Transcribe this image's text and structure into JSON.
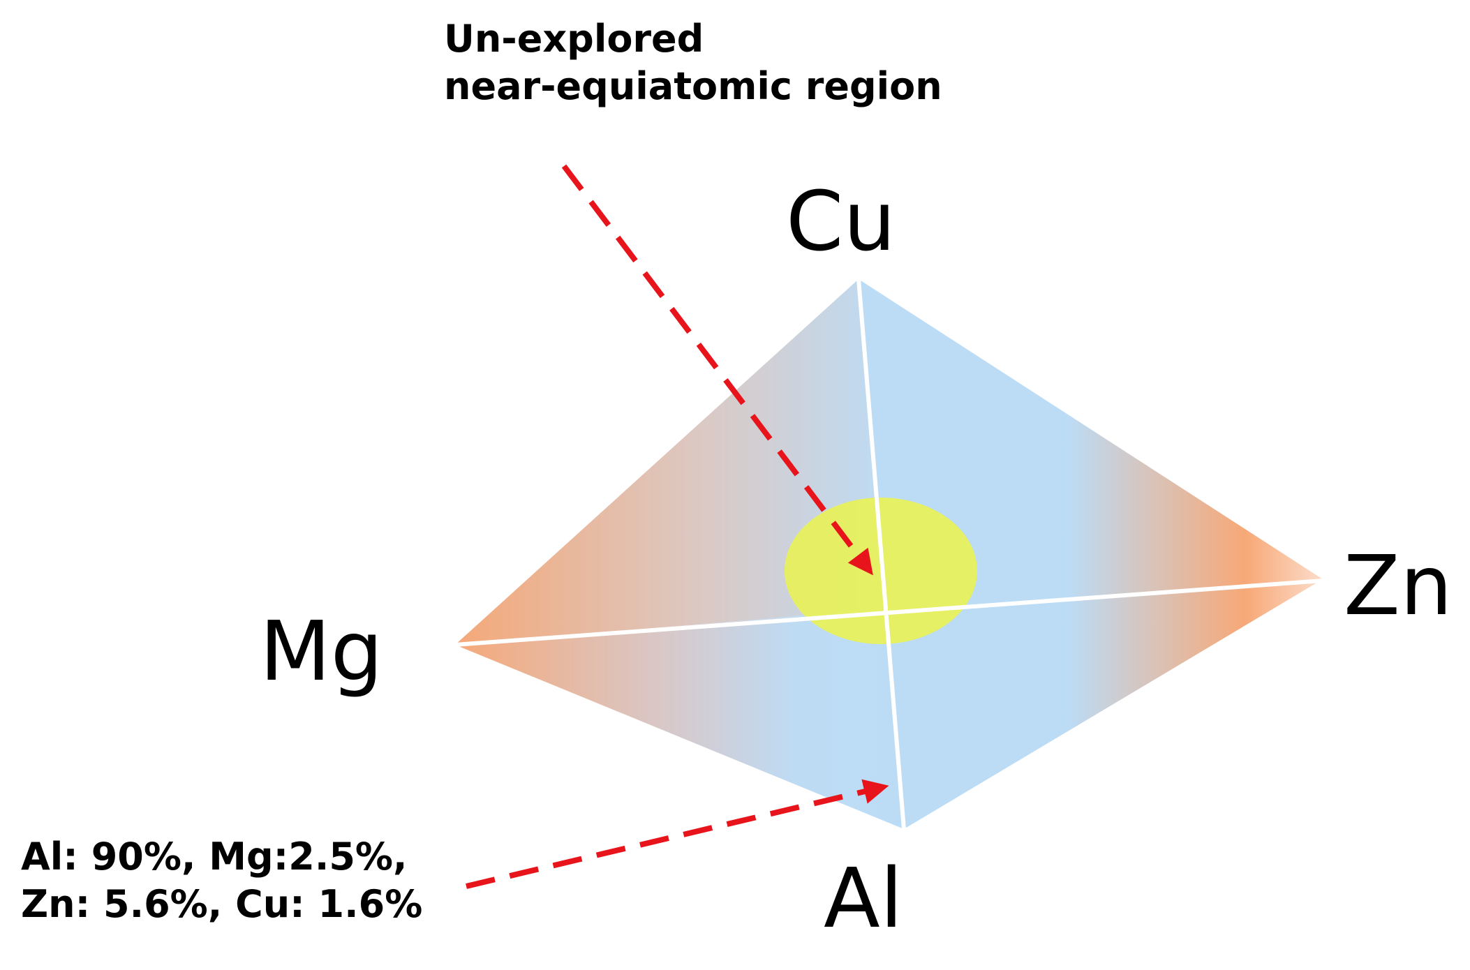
{
  "diagram": {
    "vertices": {
      "cu": "Cu",
      "zn": "Zn",
      "mg": "Mg",
      "al": "Al"
    },
    "annotation_top": {
      "line1": "Un-explored",
      "line2": "near-equiatomic region"
    },
    "annotation_bottom": {
      "line1": "Al: 90%, Mg:2.5%,",
      "line2": "Zn: 5.6%, Cu: 1.6%"
    },
    "colors": {
      "warm_face": "#f5a878",
      "cool_face": "#bcdcf6",
      "highlight_region": "#e9f255",
      "arrow": "#e8141b",
      "edges": "#ffffff"
    }
  }
}
